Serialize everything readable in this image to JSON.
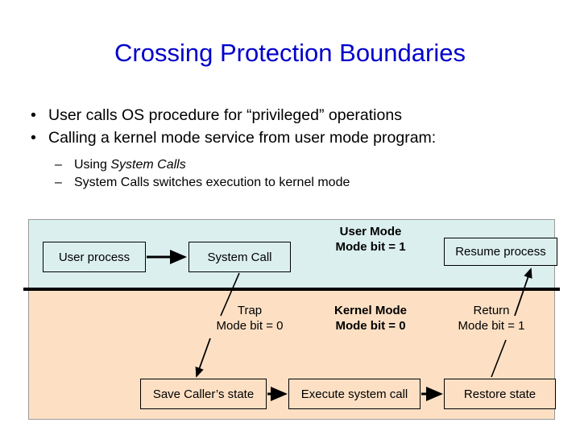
{
  "slide": {
    "title": "Crossing Protection Boundaries",
    "title_color": "#0000CC",
    "bullets": [
      {
        "marker": "•",
        "text": "User calls OS procedure for “privileged” operations"
      },
      {
        "marker": "•",
        "text": "Calling a kernel mode service from user mode program:"
      }
    ],
    "sub_bullets": [
      {
        "marker": "–",
        "prefix": "Using ",
        "emphasis": "System Calls",
        "suffix": ""
      },
      {
        "marker": "–",
        "prefix": "System Calls switches execution to kernel mode",
        "emphasis": "",
        "suffix": ""
      }
    ]
  },
  "diagram": {
    "bands": {
      "user": {
        "label_line1": "User Mode",
        "label_line2": "Mode bit = 1",
        "color": "#DCEFEF"
      },
      "kernel": {
        "label_line1": "Kernel Mode",
        "label_line2": "Mode bit = 0",
        "color": "#FDE0C4"
      }
    },
    "boxes": [
      {
        "id": "user-process",
        "label": "User process"
      },
      {
        "id": "system-call",
        "label": "System Call"
      },
      {
        "id": "resume-process",
        "label": "Resume process"
      },
      {
        "id": "save-callers-state",
        "label": "Save Caller’s state"
      },
      {
        "id": "execute-system-call",
        "label": "Execute system call"
      },
      {
        "id": "restore-state",
        "label": "Restore state"
      }
    ],
    "transition_labels": [
      {
        "id": "trap",
        "line1": "Trap",
        "line2": "Mode bit = 0"
      },
      {
        "id": "return",
        "line1": "Return",
        "line2": "Mode bit = 1"
      }
    ]
  }
}
